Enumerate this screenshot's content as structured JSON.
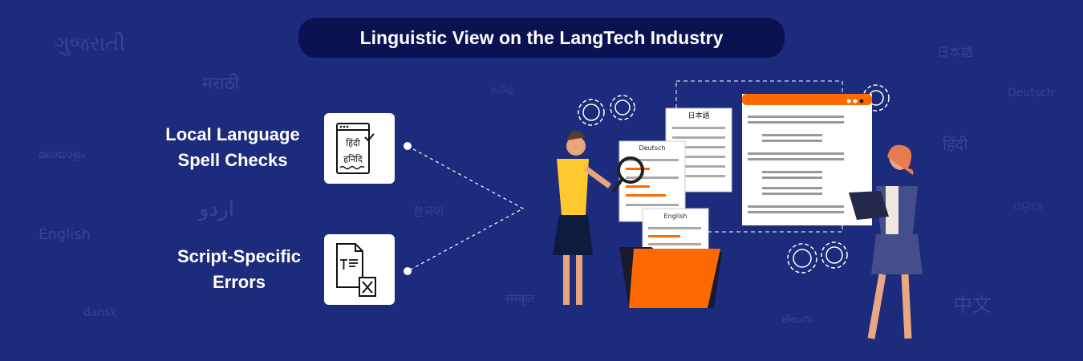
{
  "title": "Linguistic View on the LangTech Industry",
  "features": [
    {
      "line1": "Local Language",
      "line2": "Spell Checks",
      "icon": "hindi-spellcheck-icon"
    },
    {
      "line1": "Script-Specific",
      "line2": "Errors",
      "icon": "document-error-icon"
    }
  ],
  "watermarks": [
    "ગુજરાતી",
    "मराठी",
    "தமிழ்",
    "മലയാളം",
    "اردو",
    "한국어",
    "English",
    "dansk",
    "संस्कृत",
    "日本語",
    "Deutsch",
    "हिंदी",
    "ଓଡ଼ିଆ",
    "中文",
    "తెలుగు"
  ],
  "documents": {
    "japanese": "日本語",
    "german": "Deutsch",
    "english": "English"
  },
  "icon_text": {
    "word_correct": "हिंदी",
    "word_wrong": "हनिदि"
  },
  "colors": {
    "background": "#1c2b7b",
    "title_bg": "#0b1252",
    "accent": "#ff6a00"
  }
}
